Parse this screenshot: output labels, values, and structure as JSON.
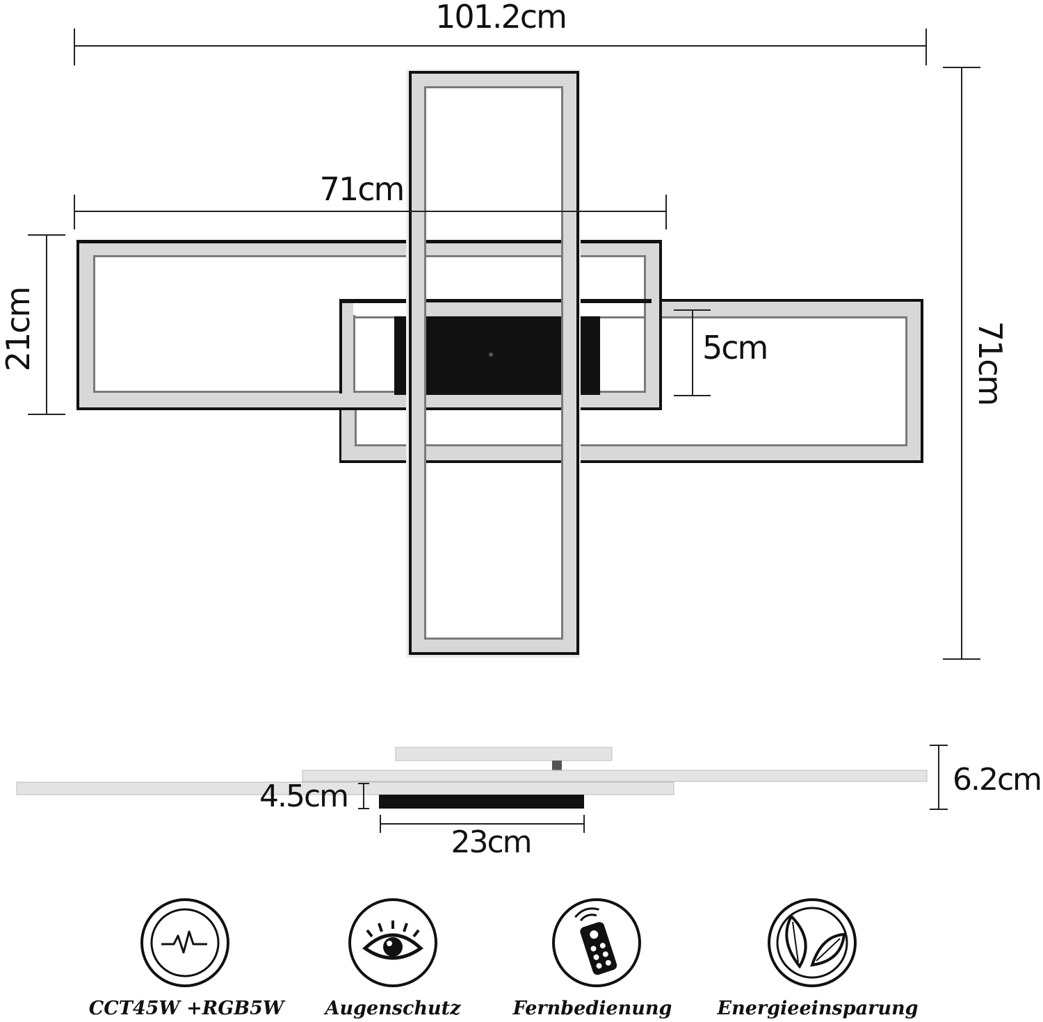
{
  "top_view": {
    "overall_width": "101.2cm",
    "overall_height": "71cm",
    "frame_length": "71cm",
    "frame_width": "21cm",
    "canopy_width": "5cm"
  },
  "side_view": {
    "total_depth": "6.2cm",
    "canopy_height": "4.5cm",
    "canopy_length": "23cm"
  },
  "features": [
    {
      "icon": "power-wave-icon",
      "label": "CCT45W +RGB5W"
    },
    {
      "icon": "eye-protection-icon",
      "label": "Augenschutz"
    },
    {
      "icon": "remote-control-icon",
      "label": "Fernbedienung"
    },
    {
      "icon": "leaves-icon",
      "label": "Energieeinsparung"
    }
  ],
  "colors": {
    "frame_outline": "#111111",
    "frame_fill": "#d8d8d8",
    "canopy": "#111111"
  }
}
